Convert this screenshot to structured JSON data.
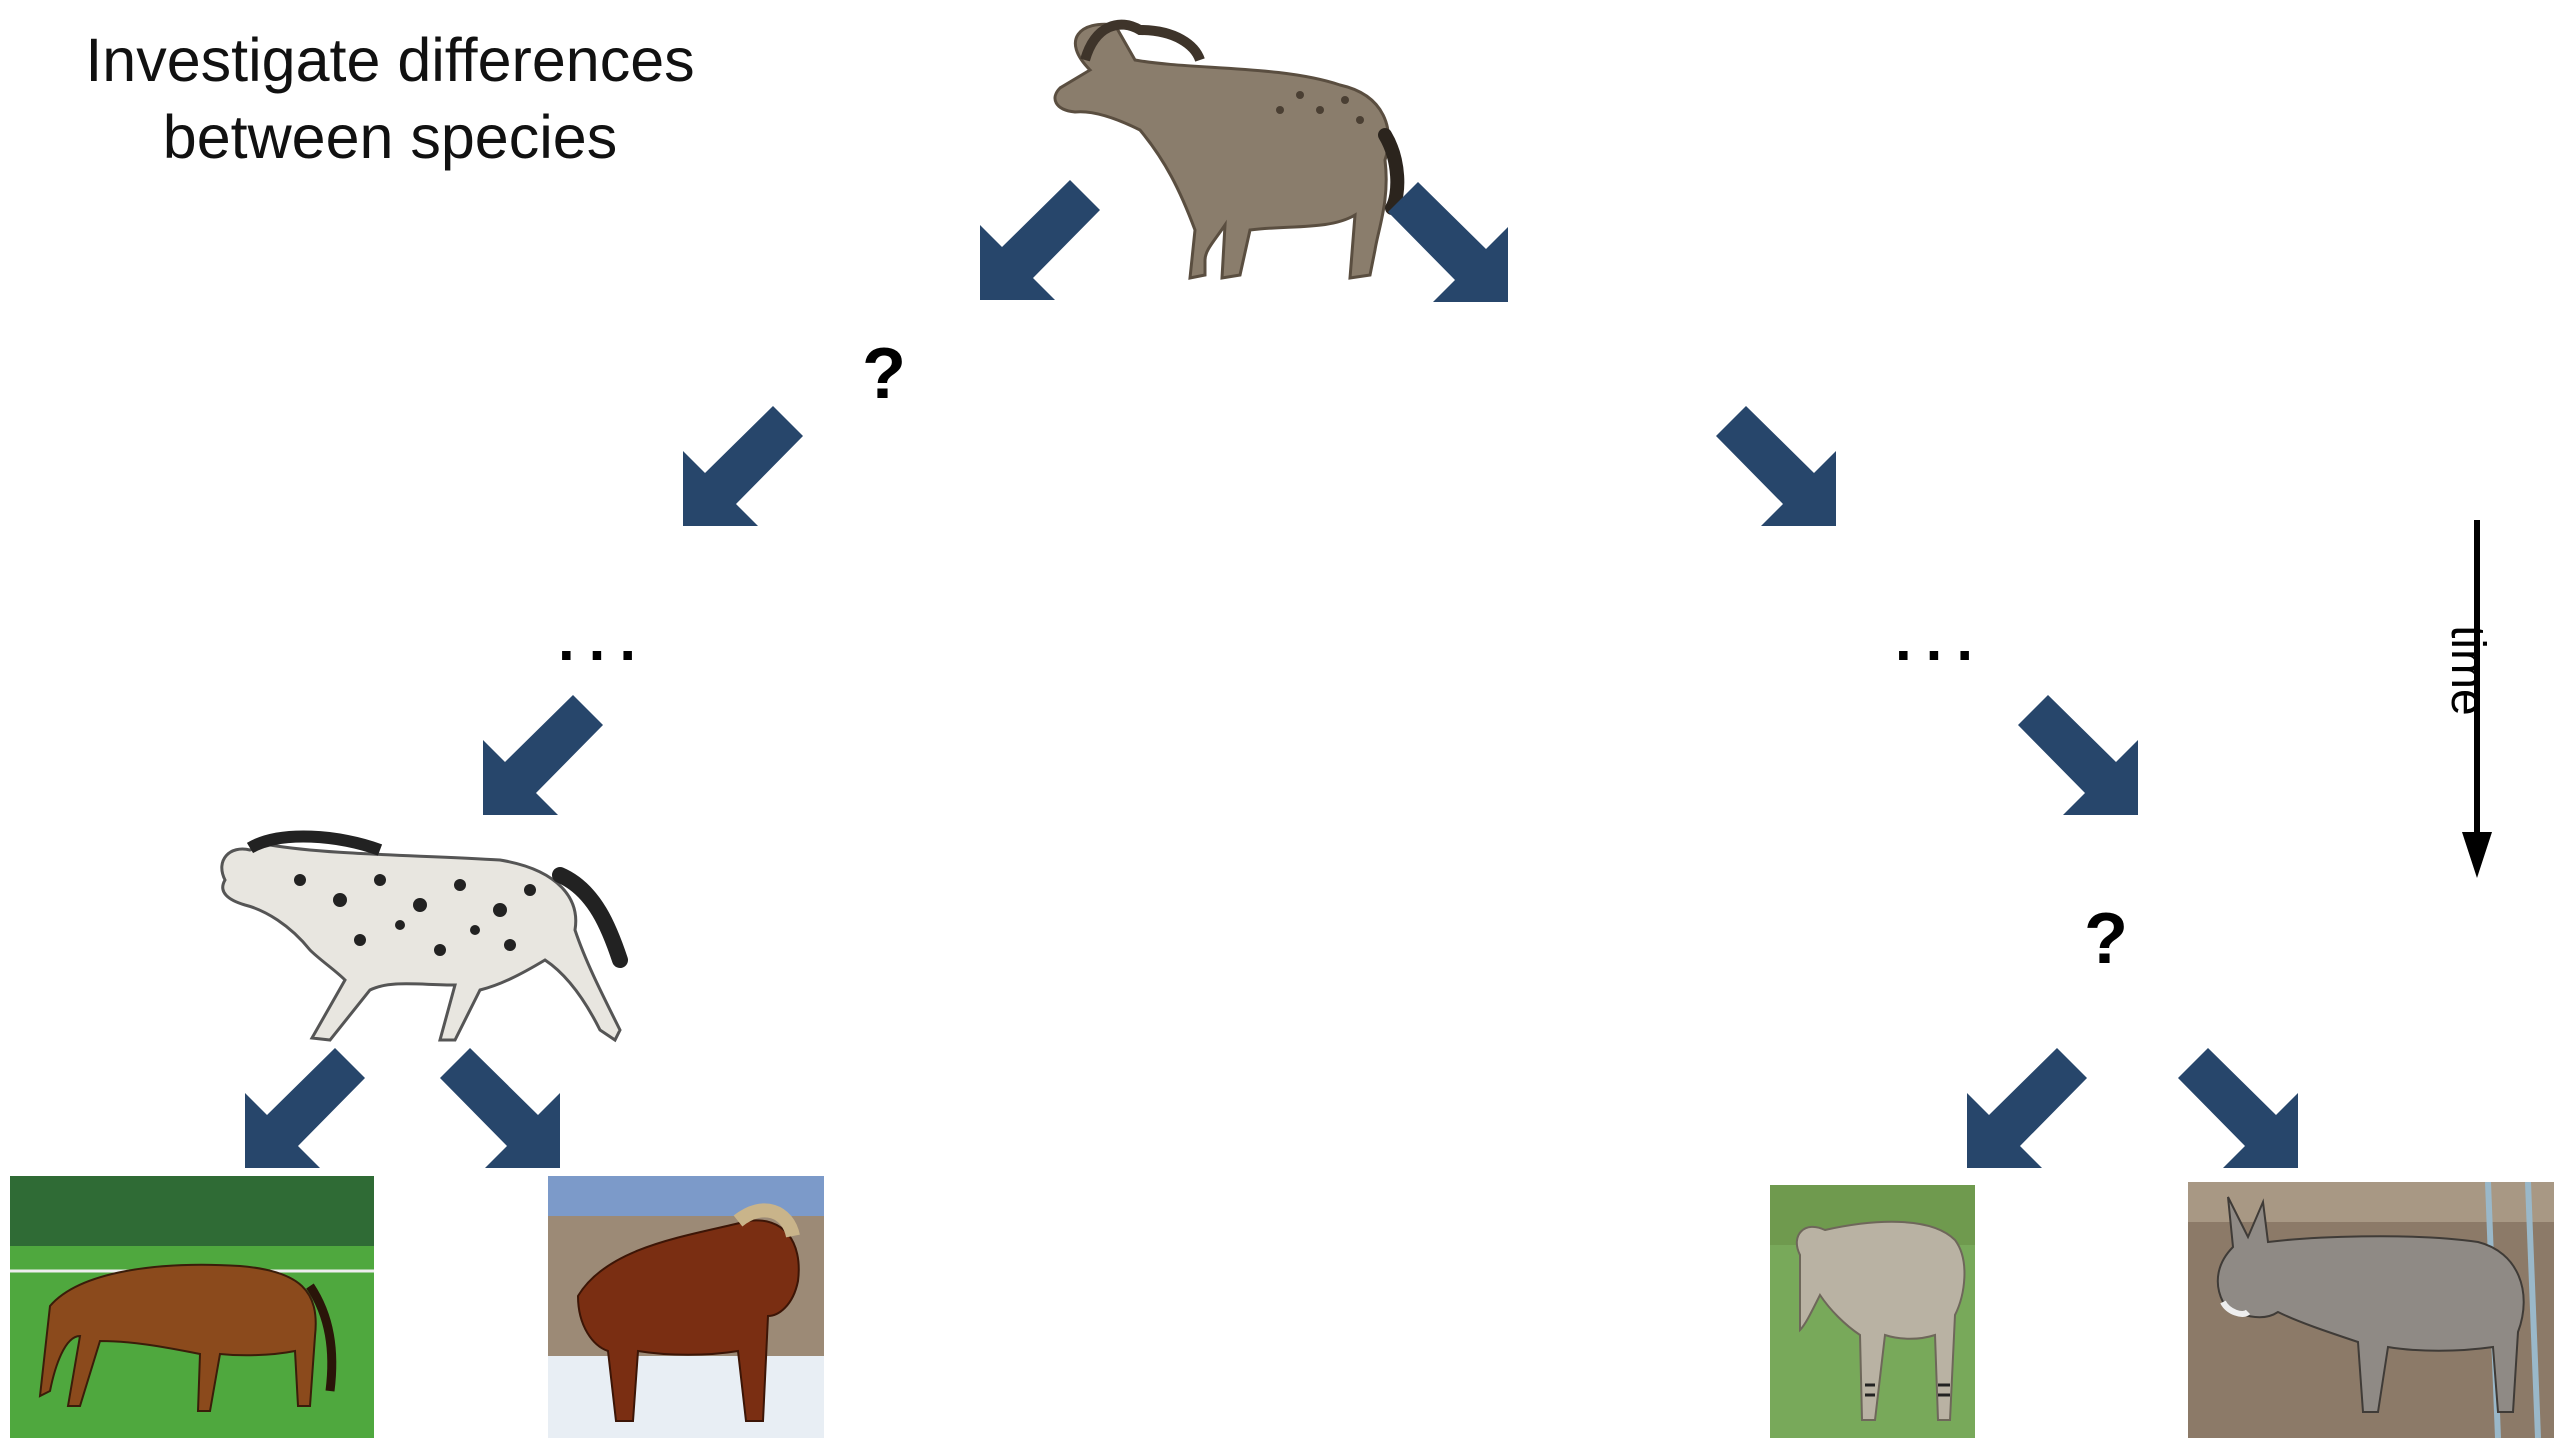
{
  "title": {
    "line1": "Investigate differences",
    "line2": "between species"
  },
  "question_mark": "?",
  "ellipsis": "...",
  "time_label": "time",
  "colors": {
    "arrow": "#27466b",
    "text": "#000000"
  }
}
